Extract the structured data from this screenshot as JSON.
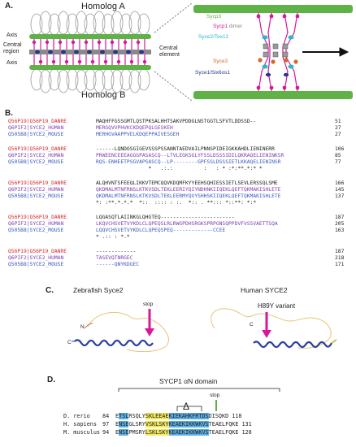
{
  "panelA": {
    "letter": "A.",
    "homologA": "Homolog A",
    "homologB": "Homolog B",
    "axisTop": "Axis",
    "centralRegion1": "Central",
    "centralRegion2": "region",
    "axisBottom": "Axis",
    "centralElement1": "Central",
    "centralElement2": "element",
    "zoom": {
      "sycp3": "Sycp3",
      "sycp1": "Sycp1",
      "dimer": "dimer",
      "syce2tex12": "Syce2/Tex12",
      "syce3": "Syce3",
      "syce1six6os1": "Syce1/Six6os1"
    }
  },
  "panelB": {
    "letter": "B.",
    "blocks": [
      {
        "rows": [
          {
            "id": "Q56P19|Q56P19_DANRE",
            "seq": "MAQHFFGSSGMTLQSTPKSALHHTSAKVPDDGLNSTGGTLSFVTLDDSSD--",
            "num": "51",
            "color": "red"
          },
          {
            "id": "Q6PIF2|SYCE2_HUMAN",
            "seq": "MERGQVVPHVKCKDQEPQLGESKEH",
            "num": "27",
            "color": "purple"
          },
          {
            "id": "Q505B8|SYCE2_MOUSE",
            "seq": "MERHGVAAPPVELKDQEPPAIVESGEH",
            "num": "27",
            "color": "blue"
          }
        ]
      },
      {
        "rows": [
          {
            "id": "Q56P19|Q56P19_DANRE",
            "seq": "------LQNDOSGIGEVSSSPSSANNTAEDVAILPNNSPIDEIGKKAHDLIENINERR",
            "num": "106",
            "color": "red"
          },
          {
            "id": "Q6PIF2|SYCE2_HUMAN",
            "seq": "PRWEENCEEEAGGGPASASCQ--LTVLEGKSGLYFSSLDSSSIDILQKRAQELIENINKSR",
            "num": "85",
            "color": "purple"
          },
          {
            "id": "Q505B8|SYCE2_MOUSE",
            "seq": "RQS-ENHEETPSGVAPSASCQ--LP--------GPFSSLDSSSIETLKKAQELIENINSR",
            "num": "77",
            "color": "blue"
          }
        ],
        "cons": "                 *   .:.:          :   : * :*:**.*:* *"
      },
      {
        "rows": [
          {
            "id": "Q56P19|Q56P19_DANRE",
            "seq": "ALQHVNTSFEEQLIKKVTEMCQQVKDQMFKYYEEHSQHIESSIETLSEVLERSSQLSME",
            "num": "166",
            "color": "red"
          },
          {
            "id": "Q6PIF2|SYCE2_HUMAN",
            "seq": "QKDMALMTNFRNSLKTKVSDLTEKLEERIYQIYNDHNKIIQEKLQEFTQKMAKISHLETE",
            "num": "145",
            "color": "purple"
          },
          {
            "id": "Q505B8|SYCE2_MOUSE",
            "seq": "QKDMALMTNFRNSLKTKVSDLTEKLEERMYQVYSHHSKIIQEKLQEFTQKMAKISHLETE",
            "num": "137",
            "color": "blue"
          }
        ],
        "cons": "*: :**.*.*.*  *::  :::: : :.  *:: . **::: *::**: *:*"
      },
      {
        "rows": [
          {
            "id": "Q56P19|Q56P19_DANRE",
            "seq": "LQGASQTLAIINKGLQHGTEQ------------------------",
            "num": "187",
            "color": "red"
          },
          {
            "id": "Q6PIF2|SYCE2_HUMAN",
            "seq": "LKQVCHSVETVYKDLCLQPEQSLRLRWGPDHSRGKSPRPGNSQPPDVFVSSVAETTSQA",
            "num": "205",
            "color": "purple"
          },
          {
            "id": "Q505B8|SYCE2_MOUSE",
            "seq": "LQQVCHSVETVYKDLCLQPEQSPEQ-------------CCEE",
            "num": "163",
            "color": "blue"
          }
        ],
        "cons": "* .:: : *.*"
      },
      {
        "rows": [
          {
            "id": "Q56P19|Q56P19_DANRE",
            "seq": "-------------",
            "num": "187",
            "color": "red"
          },
          {
            "id": "Q6PIF2|SYCE2_HUMAN",
            "seq": "TASEVQTNRGEC",
            "num": "218",
            "color": "purple"
          },
          {
            "id": "Q505B8|SYCE2_MOUSE",
            "seq": "------QNYKDGEC",
            "num": "171",
            "color": "blue"
          }
        ]
      }
    ]
  },
  "panelC": {
    "letter": "C.",
    "zebrafishTitle": "Zebrafish Syce2",
    "humanTitle": "Human SYCE2",
    "stop": "stop",
    "variant": "H89Y variant",
    "n": "N",
    "c": "C"
  },
  "panelD": {
    "letter": "D.",
    "domain": "SYCP1 αN domain",
    "stop": "stop",
    "delta": "Δ",
    "rows": [
      {
        "name": "D. rerio",
        "start": "84",
        "seq": "ETSLRSQLYSKLEEAEKIEKAHKFRTDSDISQKD",
        "end": "118"
      },
      {
        "name": "H. sapiens",
        "start": "97",
        "seq": "ENSEGLSRYVSKLSKYKEAEKIKKWKVSTEAELFQKE",
        "end": "131"
      },
      {
        "name": "M. musculus",
        "start": "94",
        "seq": "ENSEPMSRYLSKLSKYKEAEKIKKWKVSTEAELFQKE",
        "end": "128"
      }
    ]
  },
  "colors": {
    "green": "#5fb246",
    "magenta": "#d6199c",
    "cyan": "#29b7c9",
    "orange": "#d2692a",
    "navy": "#24388a",
    "red": "#d62728",
    "purple": "#7a3fb0",
    "blue": "#3a5bbd",
    "hlBlue": "#5aaee6",
    "hlYellow": "#f2e85a"
  }
}
